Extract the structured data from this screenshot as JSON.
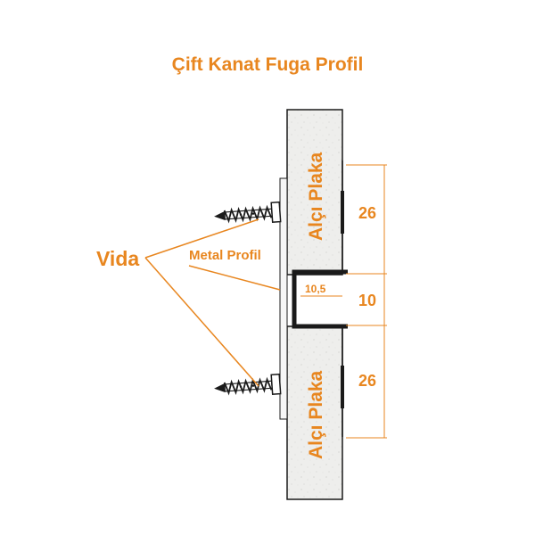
{
  "title": "Çift Kanat Fuga Profil",
  "labels": {
    "board_top": "Alçı Plaka",
    "board_bottom": "Alçı Plaka",
    "screw_callout": "Vida",
    "profile_callout": "Metal Profil"
  },
  "dimensions": {
    "upper_board": "26",
    "gap": "10",
    "gap_width": "10,5",
    "lower_board": "26"
  },
  "colors": {
    "accent": "#e8861f",
    "board_fill": "#eeeeec",
    "outline": "#1a1a1a"
  }
}
